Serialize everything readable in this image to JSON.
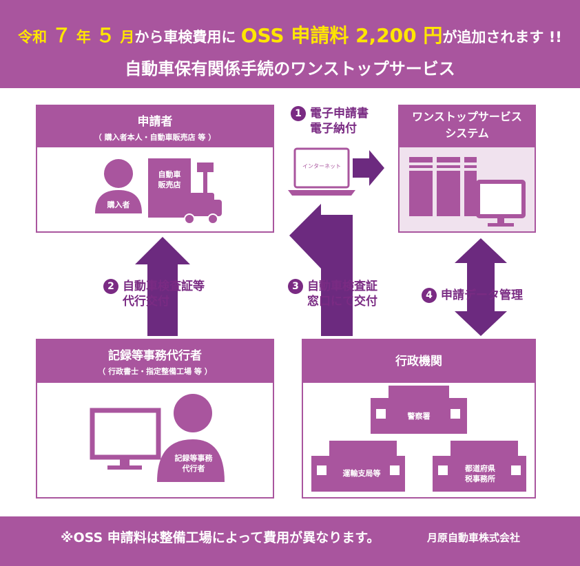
{
  "header": {
    "line1": {
      "p1": "令和",
      "year": "７",
      "p2": "年",
      "month": "５",
      "p3": "月",
      "p4": "から車検費用に",
      "oss_fee": "OSS 申請料 2,200 円",
      "p5": "が追加されます !!"
    },
    "subtitle": "自動車保有関係手続のワンストップサービス"
  },
  "applicant": {
    "title": "申請者",
    "subtitle": "（ 購入者本人・自動車販売店 等 ）",
    "buyer_label": "購入者",
    "dealer_label_1": "自動車",
    "dealer_label_2": "販売店"
  },
  "system": {
    "title_1": "ワンストップサービス",
    "title_2": "システム"
  },
  "agent": {
    "title": "記録等事務代行者",
    "subtitle": "（ 行政書士・指定整備工場 等 ）",
    "person_label_1": "記録等事務",
    "person_label_2": "代行者"
  },
  "gov": {
    "title": "行政機関",
    "police": "警察署",
    "transport": "運輸支局等",
    "pref_1": "都道府県",
    "pref_2": "税事務所"
  },
  "laptop_screen": "インターネット",
  "steps": [
    {
      "num": "1",
      "line1": "電子申請書",
      "line2": "電子納付"
    },
    {
      "num": "2",
      "line1": "自動車検査証等",
      "line2": "代行交付"
    },
    {
      "num": "3",
      "line1": "自動車検査証",
      "line2": "窓口にて交付"
    },
    {
      "num": "4",
      "line1": "申請データ管理",
      "line2": ""
    }
  ],
  "footer": {
    "note": "※OSS 申請料は整備工場によって費用が異なります。",
    "company": "月原自動車株式会社"
  },
  "colors": {
    "brand_purple": "#a9559e",
    "dark_purple": "#6c2a7f",
    "highlight_yellow": "#ffe600",
    "system_bg": "#f0e2ee"
  }
}
